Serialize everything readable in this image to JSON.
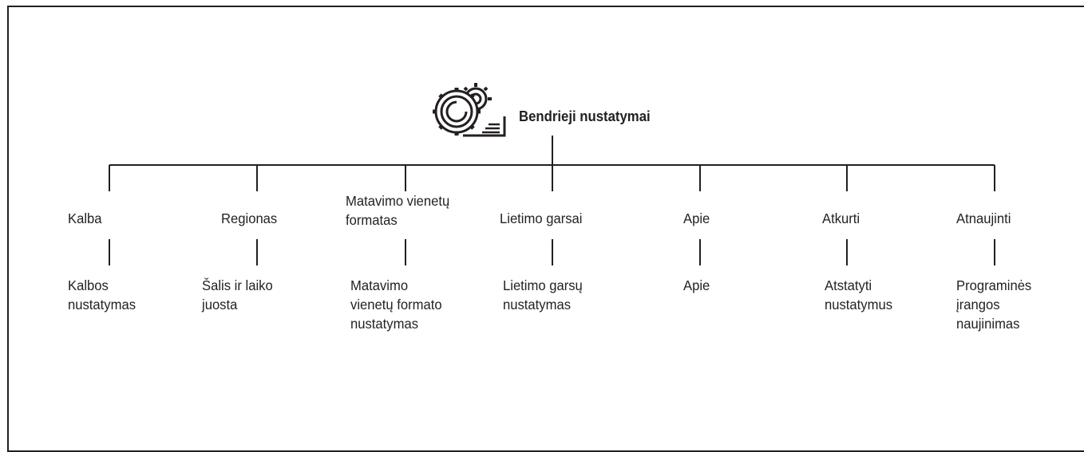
{
  "root": {
    "title": "Bendrieji nustatymai",
    "icon": "gears-settings-icon"
  },
  "branches": [
    {
      "label": "Kalba",
      "child": "Kalbos\nnustatymas"
    },
    {
      "label": "Regionas",
      "child": "Šalis ir laiko\njuosta"
    },
    {
      "label": "Matavimo vienetų\nformatas",
      "child": "Matavimo\nvienetų formato\nnustatymas"
    },
    {
      "label": "Lietimo garsai",
      "child": "Lietimo garsų\nnustatymas"
    },
    {
      "label": "Apie",
      "child": "Apie"
    },
    {
      "label": "Atkurti",
      "child": "Atstatyti\nnustatymus"
    },
    {
      "label": "Atnaujinti",
      "child": "Programinės\nįrangos\nnaujinimas"
    }
  ],
  "colors": {
    "line": "#231f20",
    "background": "#ffffff"
  }
}
